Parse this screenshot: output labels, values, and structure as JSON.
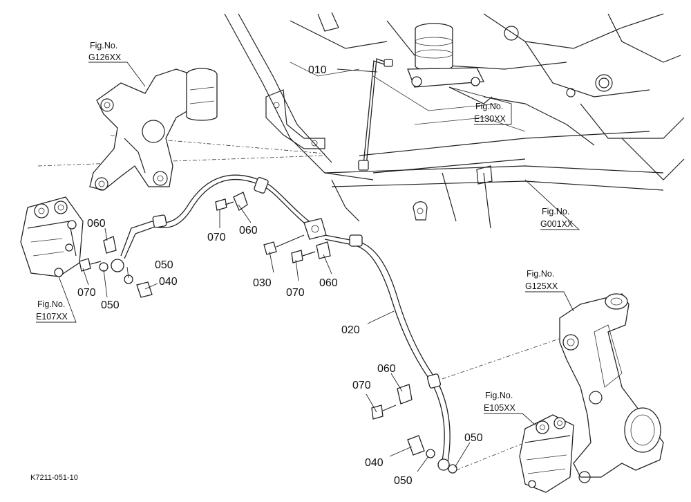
{
  "diagram_code": "K7211-051-10",
  "figure_refs": [
    {
      "id": "g126",
      "prefix": "Fig.No.",
      "code": "G126XX"
    },
    {
      "id": "e130",
      "prefix": "Fig.No.",
      "code": "E130XX"
    },
    {
      "id": "g001",
      "prefix": "Fig.No.",
      "code": "G001XX"
    },
    {
      "id": "g125",
      "prefix": "Fig.No.",
      "code": "G125XX"
    },
    {
      "id": "e107",
      "prefix": "Fig.No.",
      "code": "E107XX"
    },
    {
      "id": "e105",
      "prefix": "Fig.No.",
      "code": "E105XX"
    }
  ],
  "callouts": {
    "c010": "010",
    "c020": "020",
    "c030": "030",
    "c040_left": "040",
    "c040_bottom": "040",
    "c050_left_a": "050",
    "c050_left_b": "050",
    "c050_bottom_a": "050",
    "c050_bottom_b": "050",
    "c060_left": "060",
    "c060_mid_a": "060",
    "c060_mid_b": "060",
    "c060_bottom": "060",
    "c070_left": "070",
    "c070_mid_a": "070",
    "c070_mid_b": "070",
    "c070_bottom": "070"
  }
}
